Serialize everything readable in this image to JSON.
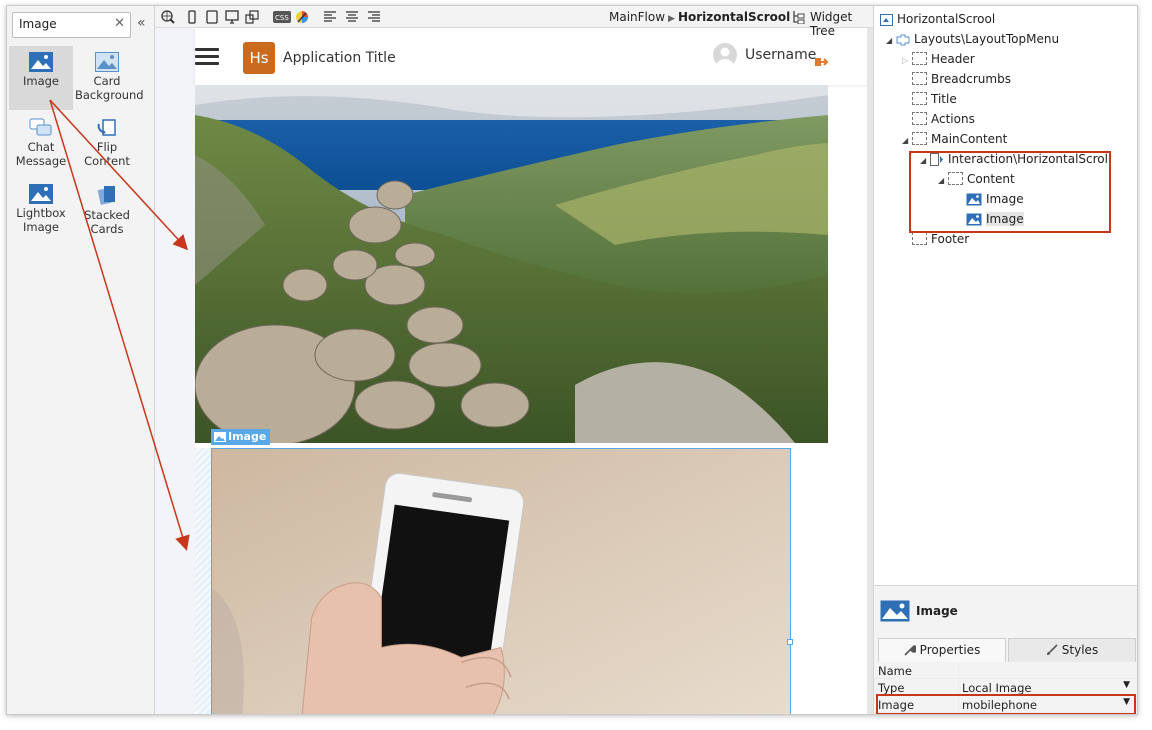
{
  "toolbox": {
    "search_value": "Image",
    "clear_glyph": "✕",
    "collapse_glyph": "«",
    "items": [
      {
        "label_line1": "Image",
        "label_line2": "",
        "icon": "image-icon"
      },
      {
        "label_line1": "Card",
        "label_line2": "Background",
        "icon": "image-icon"
      },
      {
        "label_line1": "Chat",
        "label_line2": "Message",
        "icon": "chat-icon"
      },
      {
        "label_line1": "Flip",
        "label_line2": "Content",
        "icon": "flip-icon"
      },
      {
        "label_line1": "Lightbox",
        "label_line2": "Image",
        "icon": "image-icon"
      },
      {
        "label_line1": "Stacked",
        "label_line2": "Cards",
        "icon": "stack-icon"
      }
    ]
  },
  "canvas_toolbar": {
    "breadcrumb_flow": "MainFlow",
    "breadcrumb_sep": "▶",
    "breadcrumb_screen": "HorizontalScrool",
    "widget_tree_tab": "Widget Tree"
  },
  "app": {
    "logo_text": "Hs",
    "title": "Application Title",
    "username": "Username",
    "image_tag": "Image"
  },
  "tree": {
    "root": "HorizontalScrool",
    "layout": "Layouts\\LayoutTopMenu",
    "header": "Header",
    "breadcrumbs": "Breadcrumbs",
    "title": "Title",
    "actions": "Actions",
    "main_content": "MainContent",
    "interaction": "Interaction\\HorizontalScroll",
    "content": "Content",
    "image1": "Image",
    "image2": "Image",
    "footer": "Footer"
  },
  "properties": {
    "widget_name": "Image",
    "tab_properties": "Properties",
    "tab_styles": "Styles",
    "rows": [
      {
        "key": "Name",
        "value": "",
        "dropdown": false
      },
      {
        "key": "Type",
        "value": "Local Image",
        "dropdown": true
      },
      {
        "key": "Image",
        "value": "mobilephone",
        "dropdown": true
      }
    ]
  },
  "colors": {
    "accent_red": "#c8371c",
    "selection_blue": "#5aa9e6",
    "logo_orange": "#c96a1e"
  }
}
